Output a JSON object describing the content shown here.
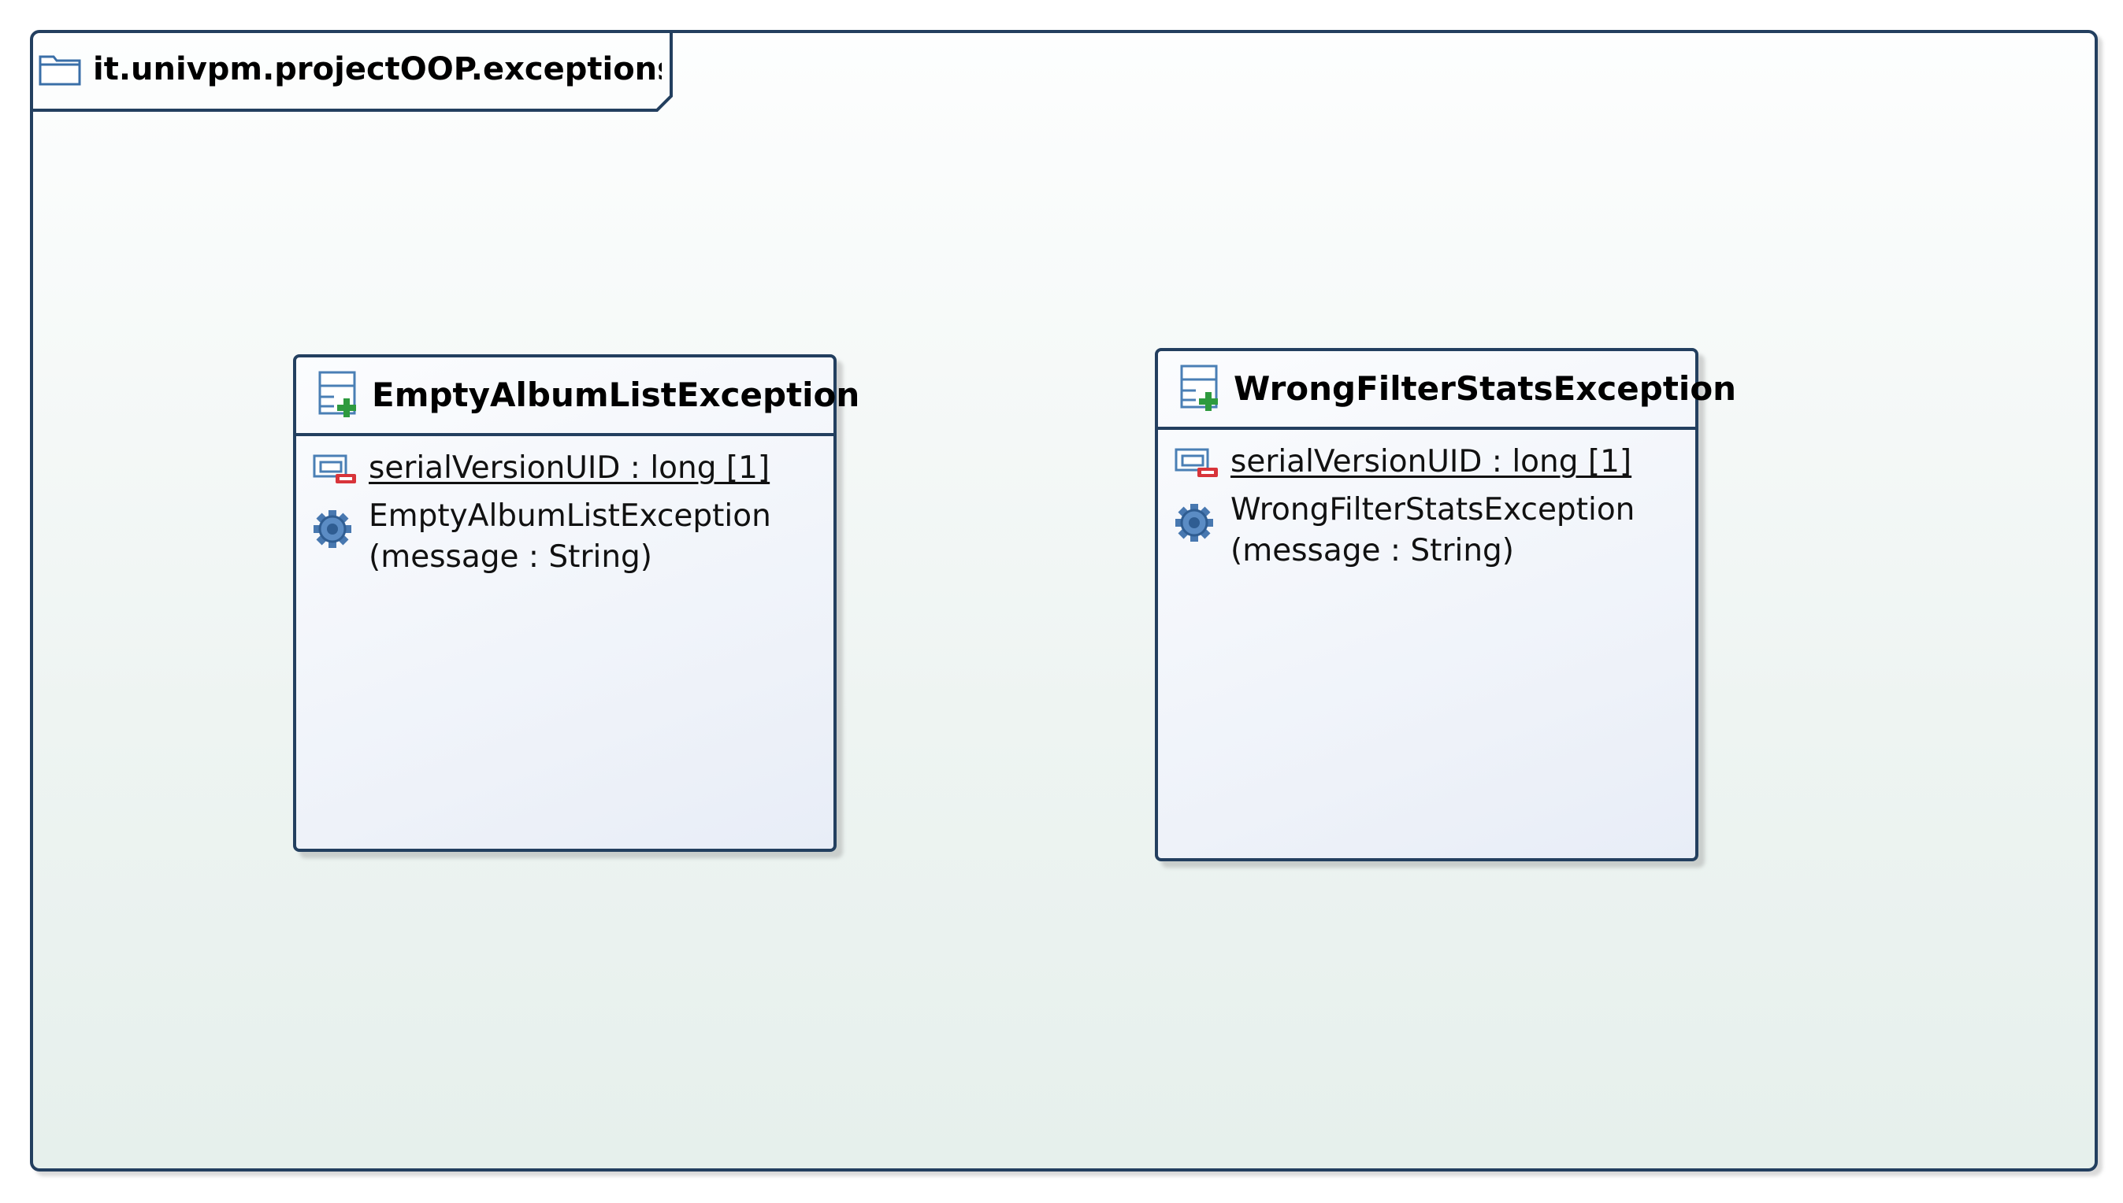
{
  "package": {
    "name": "it.univpm.projectOOP.exceptions",
    "icon": "package-folder-icon"
  },
  "classes": [
    {
      "name": "EmptyAlbumListException",
      "icon": "class-public-icon",
      "attributes": [
        {
          "text": "serialVersionUID : long [1]",
          "icon": "private-static-field-icon",
          "static": true
        }
      ],
      "operations": [
        {
          "line1": "EmptyAlbumListException",
          "line2": "(message : String)",
          "icon": "constructor-gear-icon"
        }
      ]
    },
    {
      "name": "WrongFilterStatsException",
      "icon": "class-public-icon",
      "attributes": [
        {
          "text": "serialVersionUID : long [1]",
          "icon": "private-static-field-icon",
          "static": true
        }
      ],
      "operations": [
        {
          "line1": "WrongFilterStatsException",
          "line2": "(message : String)",
          "icon": "constructor-gear-icon"
        }
      ]
    }
  ],
  "colors": {
    "border": "#233f5f",
    "icon_blue": "#4a7fb5",
    "plus_green": "#2e9a3e",
    "minus_red": "#d8343a"
  }
}
